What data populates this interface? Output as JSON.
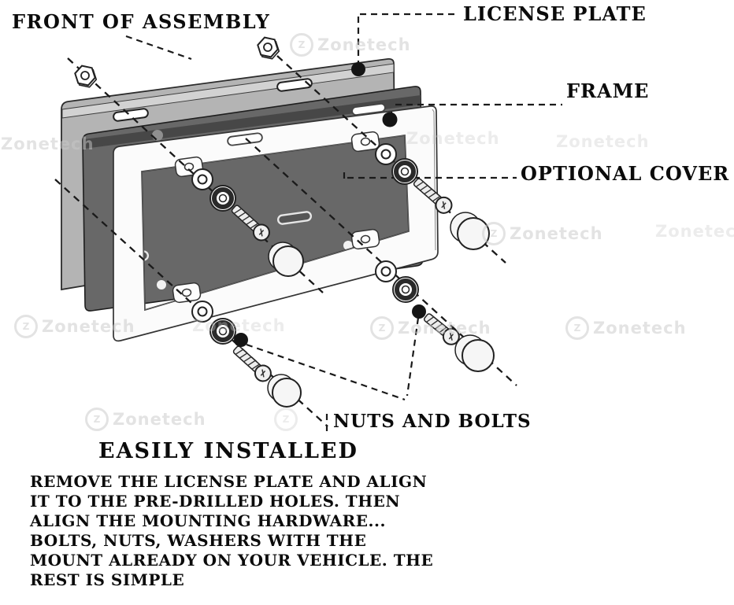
{
  "colors": {
    "plate": "#b4b4b4",
    "plate-edge": "#d2d2d2",
    "cover": "#686868",
    "cover-edge": "#474747",
    "frame": "#fbfbfb",
    "line": "#1a1a1a",
    "dot": "#151515",
    "watermark": "#c9c9c9"
  },
  "labels": {
    "front_of_assembly": "FRONT OF ASSEMBLY",
    "license_plate": "LICENSE PLATE",
    "frame": "FRAME",
    "optional_cover": "OPTIONAL COVER",
    "nuts_and_bolts": "NUTS AND BOLTS"
  },
  "heading": "EASILY INSTALLED",
  "instructions": {
    "lines": [
      "REMOVE THE LICENSE PLATE AND ALIGN",
      "IT TO THE PRE-DRILLED HOLES. THEN",
      "ALIGN THE MOUNTING HARDWARE...",
      "BOLTS, NUTS, WASHERS WITH THE",
      "MOUNT ALREADY ON YOUR VEHICLE. THE",
      "REST IS SIMPLE"
    ]
  },
  "watermark": {
    "text": "Zonetech",
    "logo_letter": "Z"
  }
}
